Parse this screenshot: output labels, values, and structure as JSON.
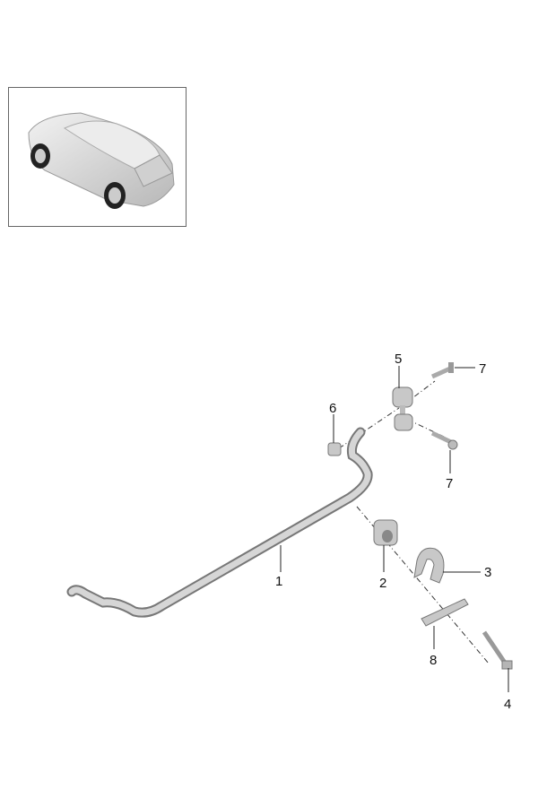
{
  "thumbnail": {
    "subject": "vehicle-overview"
  },
  "callouts": {
    "c1": "1",
    "c2": "2",
    "c3": "3",
    "c4": "4",
    "c5": "5",
    "c6": "6",
    "c7a": "7",
    "c7b": "7",
    "c8": "8"
  },
  "colors": {
    "part": "#c9c9c9",
    "part_dark": "#8c8c8c",
    "line": "#222222"
  }
}
